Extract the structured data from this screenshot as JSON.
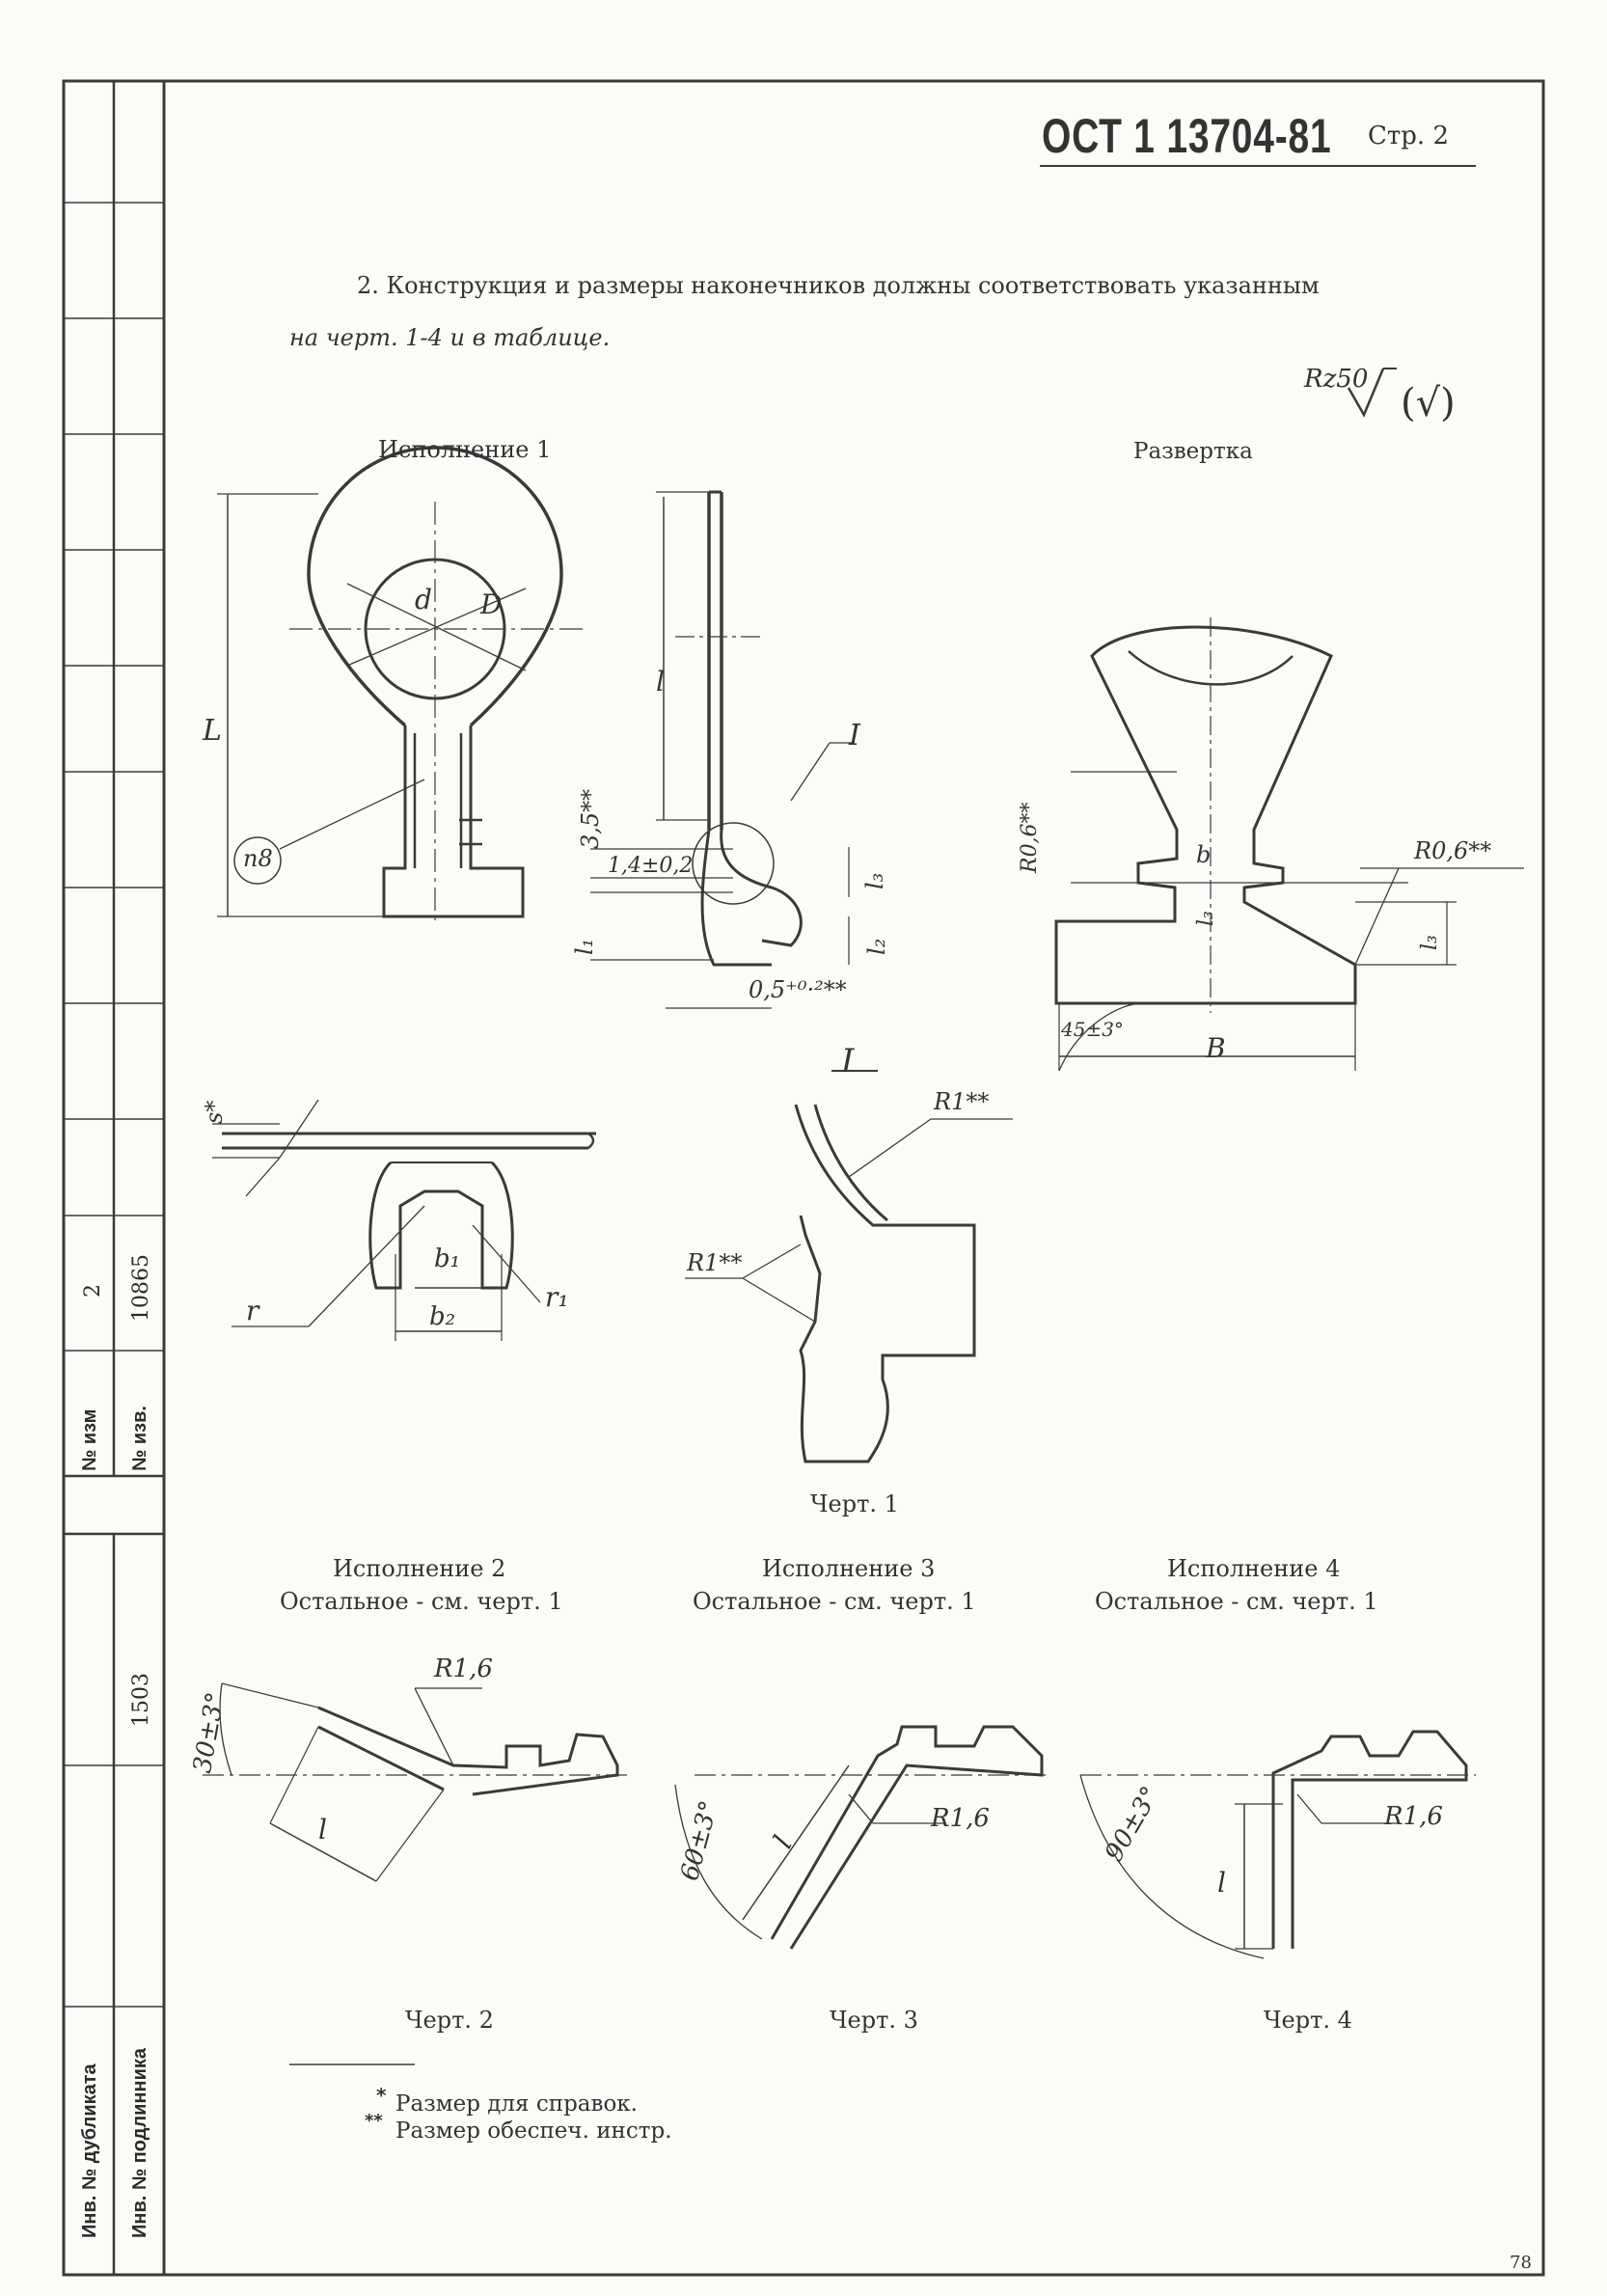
{
  "header": {
    "doc_code": "ОСТ 1 13704-81",
    "page_label": "Стр. 2"
  },
  "body": {
    "paragraph_line1": "2. Конструкция и размеры наконечников должны соответствовать указанным",
    "paragraph_line2": "на черт. 1-4 и в таблице.",
    "roughness_main": "Rz50",
    "roughness_paren": "(√)"
  },
  "figure1": {
    "variant_title": "Исполнение 1",
    "development_title": "Развертка",
    "caption": "Черт. 1",
    "detail_label": "I",
    "labels": {
      "L": "L",
      "l": "l",
      "d": "d",
      "D": "D",
      "n8": "п8",
      "dim_35": "3,5**",
      "dim_14": "1,4±0,2",
      "l1": "l₁",
      "l2": "l₂",
      "l3_side": "l₃",
      "dim_05": "0,5⁺⁰·²**",
      "s": "s*",
      "r": "r",
      "r1": "r₁",
      "b1": "b₁",
      "b2": "b₂",
      "R1a": "R1**",
      "R1b": "R1**",
      "R06a": "R0,6**",
      "R06b": "R0,6**",
      "b": "b",
      "l3": "l₃",
      "l3b": "l₃",
      "B": "B",
      "angle45": "45±3°"
    }
  },
  "figure2": {
    "title": "Исполнение 2",
    "subtitle": "Остальное - см. черт. 1",
    "angle": "30±3°",
    "radius": "R1,6",
    "l": "l",
    "caption": "Черт. 2"
  },
  "figure3": {
    "title": "Исполнение 3",
    "subtitle": "Остальное - см. черт. 1",
    "angle": "60±3°",
    "radius": "R1,6",
    "l": "l",
    "caption": "Черт. 3"
  },
  "figure4": {
    "title": "Исполнение 4",
    "subtitle": "Остальное - см. черт. 1",
    "angle": "90±3°",
    "radius": "R1,6",
    "l": "l",
    "caption": "Черт. 4"
  },
  "footnotes": {
    "mark1": "*",
    "note1": "Размер для справок.",
    "mark2": "**",
    "note2": "Размер обеспеч. инстр."
  },
  "side_stamp": {
    "izm_label": "№ изм",
    "izm_value": "2",
    "izv_label": "№ изв.",
    "izv_value": "10865",
    "num_1503": "1503",
    "dubl_label": "Инв. № дубликата",
    "podl_label": "Инв. № подлинника"
  },
  "page_number": "78"
}
